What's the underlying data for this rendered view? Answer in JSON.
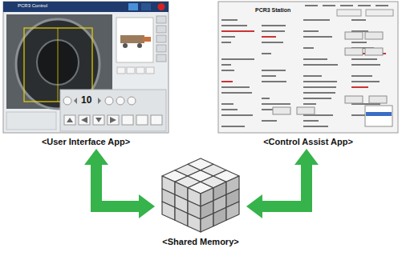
{
  "diagram": {
    "nodes": [
      {
        "text": [
          "<User Interface App>"
        ]
      },
      {
        "text": [
          "<Control Assist App>"
        ]
      },
      {
        "text": [
          "<Shared Memory>"
        ]
      }
    ],
    "edges": [
      {
        "from": 2,
        "to": 0,
        "arrow": "both"
      },
      {
        "from": 2,
        "to": 1,
        "arrow": "both"
      }
    ],
    "labels": [
      "PCR3 Control",
      "10",
      "PCR3 Station"
    ]
  }
}
